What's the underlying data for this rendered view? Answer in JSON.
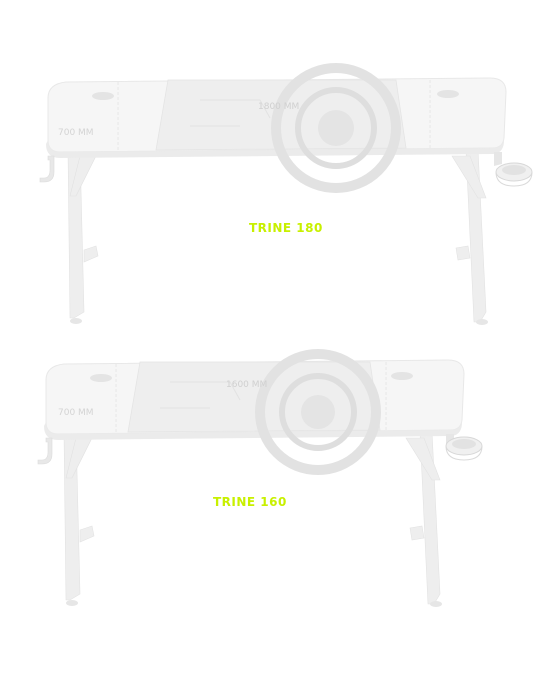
{
  "products": [
    {
      "model": "TRINE 180",
      "width_label": "1800 MM",
      "depth_label": "700 MM"
    },
    {
      "model": "TRINE 160",
      "width_label": "1600 MM",
      "depth_label": "700 MM"
    }
  ],
  "colors": {
    "accent": "#c8f000",
    "desk": "#f4f4f4",
    "frame": "#eeeeee",
    "mat": "#ececec",
    "dim_text": "#d4d4d4"
  },
  "icons": [
    "headphone-hook-icon",
    "cup-holder-icon",
    "cable-grommet-icon"
  ]
}
